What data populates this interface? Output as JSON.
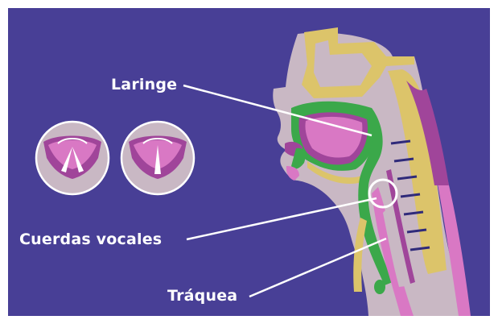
{
  "labels": {
    "laringe": "Laringe",
    "cuerdas": "Cuerdas vocales",
    "traquea": "Tráquea"
  },
  "colors": {
    "background": "#483f96",
    "skin": "#c9b8c4",
    "bone": "#dcc46a",
    "muscle": "#d978c4",
    "tissue": "#a0459a",
    "airway": "#3ba84a",
    "label_text": "#ffffff"
  },
  "icons": [
    "glottis-open-icon",
    "glottis-closed-icon",
    "highlight-circle-icon"
  ]
}
